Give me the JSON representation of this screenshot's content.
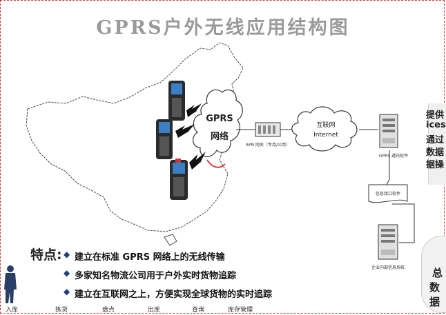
{
  "title": "GPRS户外无线应用结构图",
  "cloud_left": {
    "line1": "GPRS",
    "line2": "网络"
  },
  "apn_label": "APN 网关（专用/公用）",
  "internet_cloud": {
    "line1": "互联网",
    "line2": "Internet"
  },
  "gprs_server_label": "GPRS 通讯软件",
  "interface_label": "信息接口软件",
  "enterprise_label": "企业内部信息系统",
  "features": {
    "heading": "特点:",
    "items": [
      "建立在标准 GPRS 网络上的无线传输",
      "多家知名物流公司用于户外实时货物追踪",
      "建立在互联网之上，方便实现全球货物的实时追踪"
    ]
  },
  "side_texts": [
    "提供",
    "ices",
    "通过",
    "数据",
    "据操"
  ],
  "round_texts": [
    "总",
    "数据"
  ],
  "bottom_items": [
    "入库",
    "拣货",
    "盘点",
    "出库",
    "查询",
    "库存管理"
  ],
  "colors": {
    "title": "#9a9a9a",
    "bullet": "#1f3f7a",
    "lightning": "#111111",
    "cloud_highlight": "#d94040"
  }
}
